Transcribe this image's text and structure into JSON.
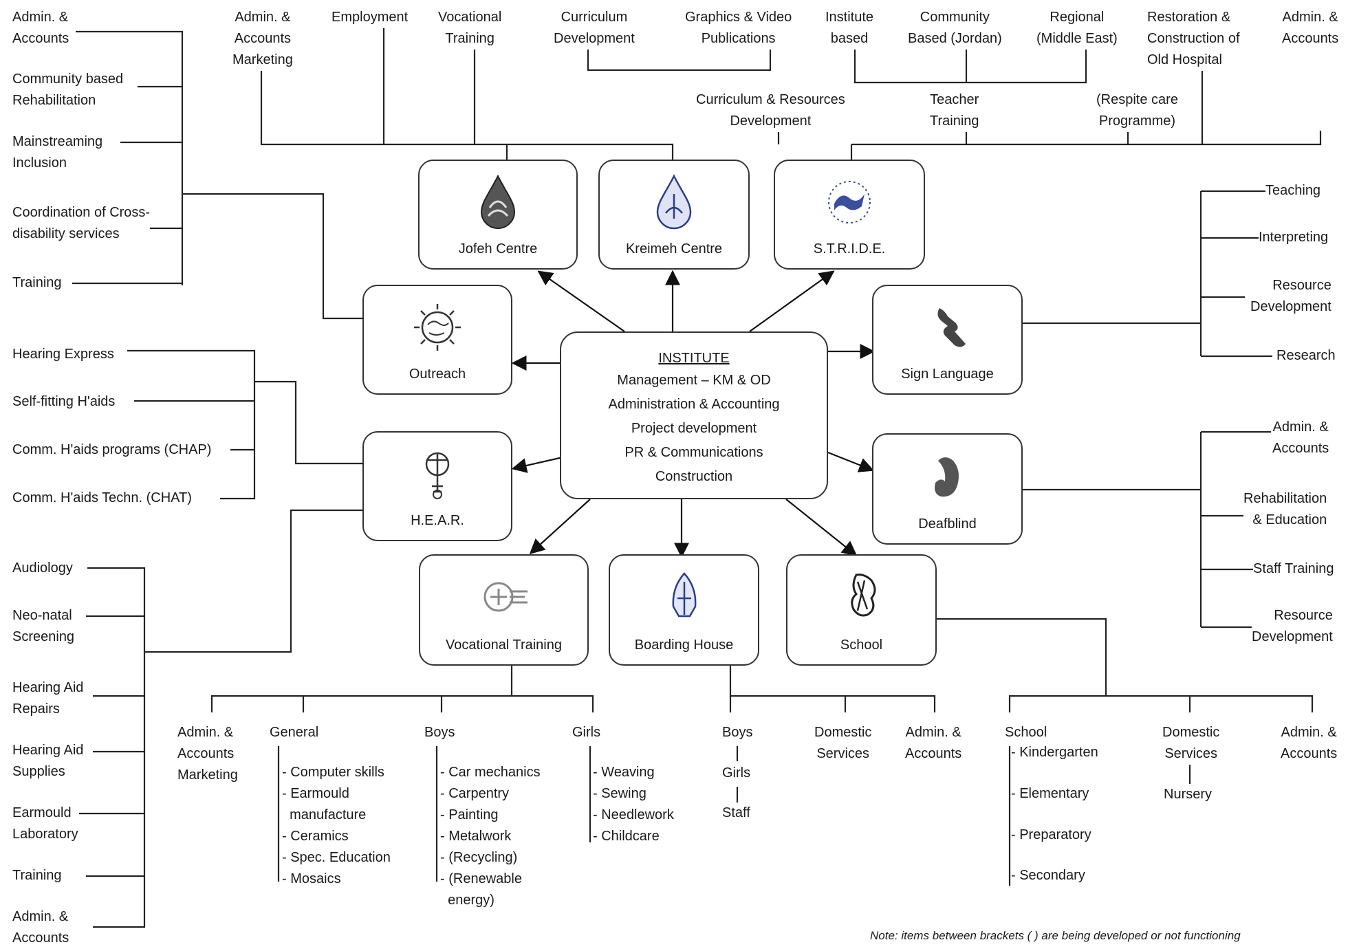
{
  "institute": {
    "title": "INSTITUTE",
    "lines": [
      "Management – KM & OD",
      "Administration & Accounting",
      "Project development",
      "PR & Communications",
      "Construction"
    ]
  },
  "units": {
    "jofeh": "Jofeh Centre",
    "kreimeh": "Kreimeh Centre",
    "stride": "S.T.R.I.D.E.",
    "outreach": "Outreach",
    "sign": "Sign Language",
    "hear": "H.E.A.R.",
    "deafblind": "Deafblind",
    "vocational": "Vocational Training",
    "boarding": "Boarding House",
    "school": "School"
  },
  "top": {
    "admin_marketing": "Admin. &\nAccounts\nMarketing",
    "employment": "Employment",
    "vocational": "Vocational\nTraining",
    "curriculum": "Curriculum\nDevelopment",
    "graphics": "Graphics & Video\nPublications",
    "institute_based": "Institute\nbased",
    "community_based": "Community\nBased (Jordan)",
    "regional": "Regional\n(Middle East)",
    "restoration": "Restoration &\nConstruction of\nOld Hospital",
    "admin_right": "Admin. &\nAccounts",
    "curriculum_resources": "Curriculum & Resources\nDevelopment",
    "teacher_training": "Teacher\nTraining",
    "respite": "(Respite care\nProgramme)"
  },
  "outreach_items": [
    "Admin. &\nAccounts",
    "Community based\nRehabilitation",
    "Mainstreaming\nInclusion",
    "Coordination of Cross-\ndisability services",
    "Training"
  ],
  "hear_upper_items": [
    "Hearing Express",
    "Self-fitting H'aids",
    "Comm. H'aids programs (CHAP)",
    "Comm. H'aids Techn. (CHAT)"
  ],
  "hear_lower_items": [
    "Audiology",
    "Neo-natal\nScreening",
    "Hearing Aid\nRepairs",
    "Hearing Aid\nSupplies",
    "Earmould\nLaboratory",
    "Training",
    "Admin. &\nAccounts"
  ],
  "sign_items": [
    "Teaching",
    "Interpreting",
    "Resource\nDevelopment",
    "Research"
  ],
  "deafblind_items": [
    "Admin. &\nAccounts",
    "Rehabilitation\n& Education",
    "Staff Training",
    "Resource\nDevelopment"
  ],
  "vocational_items": {
    "admin": "Admin. &\nAccounts\nMarketing",
    "general": "General",
    "general_list": "- Computer skills\n- Earmould\n  manufacture\n- Ceramics\n- Spec. Education\n- Mosaics",
    "boys": "Boys",
    "boys_list": "- Car mechanics\n- Carpentry\n- Painting\n- Metalwork\n- (Recycling)\n- (Renewable\n  energy)",
    "girls": "Girls",
    "girls_list": "- Weaving\n- Sewing\n- Needlework\n- Childcare"
  },
  "boarding_items": {
    "boys": "Boys",
    "girls": "Girls",
    "staff": "Staff",
    "domestic": "Domestic\nServices",
    "admin": "Admin. &\nAccounts"
  },
  "school_items": {
    "school": "School",
    "kindergarten": "- Kindergarten",
    "elementary": "- Elementary",
    "preparatory": "- Preparatory",
    "secondary": "- Secondary",
    "domestic": "Domestic\nServices",
    "nursery": "Nursery",
    "admin": "Admin. &\nAccounts"
  },
  "note": "Note: items between brackets ( ) are being developed or not functioning"
}
